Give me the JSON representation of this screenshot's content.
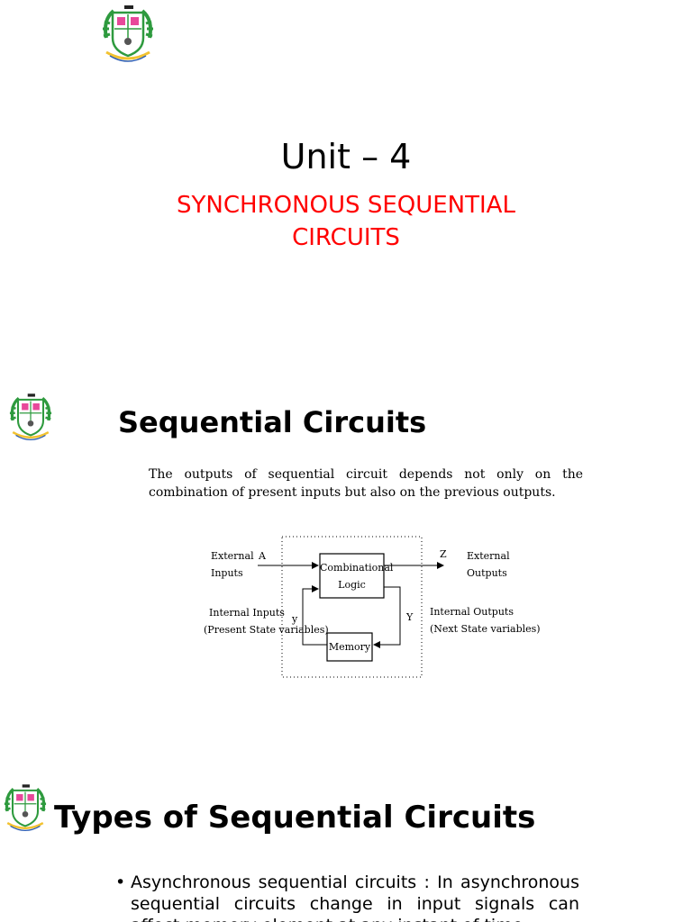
{
  "slides": [
    {
      "title": "Unit – 4",
      "subtitle": "SYNCHRONOUS SEQUENTIAL CIRCUITS"
    },
    {
      "title": "Sequential Circuits",
      "paragraph": "The outputs of sequential circuit depends not only on the combination of present inputs but also on the previous outputs.",
      "diagram": {
        "external_inputs": [
          "External",
          "Inputs"
        ],
        "input_var": "A",
        "combinational_logic": [
          "Combinational",
          "Logic"
        ],
        "output_var": "Z",
        "external_outputs": [
          "External",
          "Outputs"
        ],
        "internal_inputs": [
          "Internal Inputs",
          "(Present State variables)"
        ],
        "state_var": "y",
        "memory": "Memory",
        "next_state_var": "Y",
        "internal_outputs": [
          "Internal Outputs",
          "(Next State variables)"
        ]
      }
    },
    {
      "title": "Types of Sequential Circuits",
      "bullets": [
        "Asynchronous sequential circuits : In asynchronous sequential circuits change in input signals can affect memory element at any instant of time."
      ]
    }
  ],
  "colors": {
    "subtitle": "#ff0000",
    "logo_green": "#2e9a3e",
    "logo_yellow": "#f2c230",
    "logo_pink": "#e8489a",
    "logo_blue": "#2f5fb3"
  }
}
